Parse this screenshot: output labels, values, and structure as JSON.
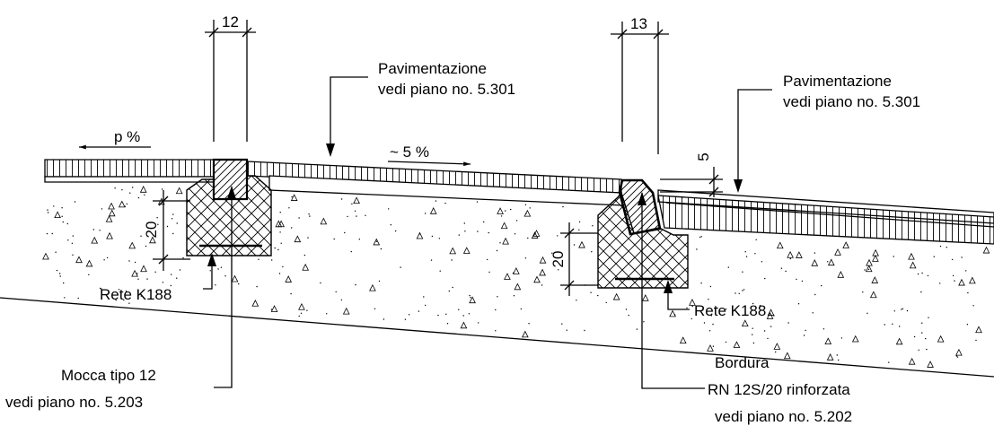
{
  "labels": {
    "pav_center_1": "Pavimentazione",
    "pav_center_2": "vedi piano no. 5.301",
    "pav_right_1": "Pavimentazione",
    "pav_right_2": "vedi piano no. 5.301",
    "slope_left": "p %",
    "slope_mid": "~ 5 %",
    "mocca_1": "Mocca tipo 12",
    "mocca_2": "vedi piano no. 5.203",
    "rete_left": "Rete K188",
    "rete_right": "Rete K188",
    "bordura_1": "Bordura",
    "bordura_2": "RN 12S/20 rinforzata",
    "bordura_3": "vedi piano no. 5.202"
  },
  "dimensions": {
    "width_left": "12",
    "width_right": "13",
    "depth_left": "20",
    "depth_right": "20",
    "step_right": "5"
  },
  "colors": {
    "line": "#000000",
    "background": "#ffffff"
  }
}
